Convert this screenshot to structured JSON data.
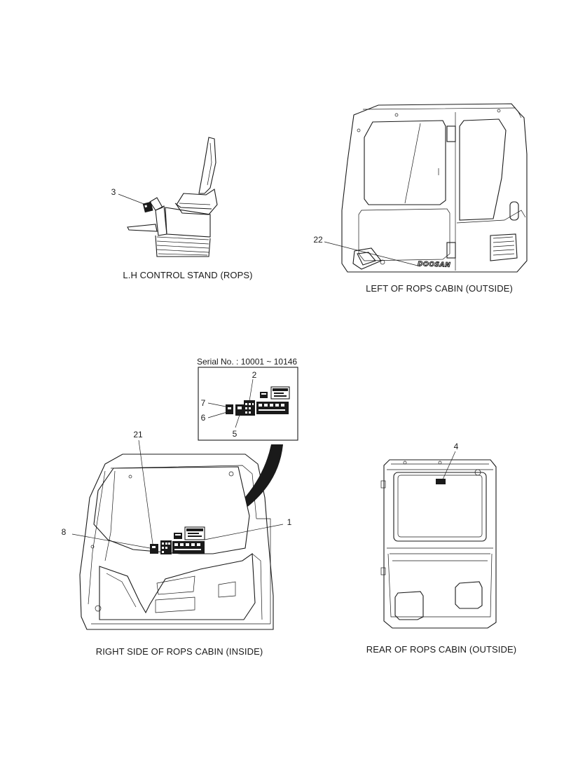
{
  "captions": {
    "lh_control_stand": "L.H CONTROL STAND (ROPS)",
    "left_cabin": "LEFT OF ROPS CABIN (OUTSIDE)",
    "right_cabin": "RIGHT SIDE OF ROPS CABIN (INSIDE)",
    "rear_cabin": "REAR OF ROPS CABIN (OUTSIDE)"
  },
  "detail": {
    "serial_label": "Serial No. : 10001 ~ 10146"
  },
  "brand_logo": "DOOSAN",
  "callouts": {
    "c3": "3",
    "c22": "22",
    "c2": "2",
    "c7": "7",
    "c6": "6",
    "c5": "5",
    "c21": "21",
    "c1": "1",
    "c8": "8",
    "c4": "4"
  }
}
